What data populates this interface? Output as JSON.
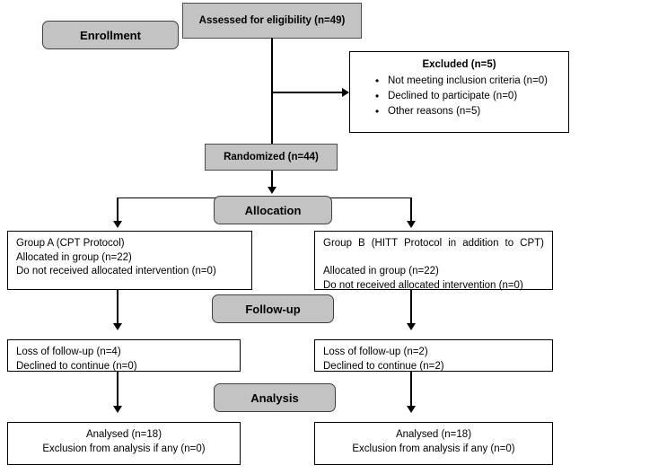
{
  "diagram": {
    "title": "CONSORT participant flow diagram",
    "colors": {
      "stage_fill": "#c3c3c3",
      "node_fill": "#ffffff",
      "line": "#000000",
      "stage_border": "#3f3f3f"
    },
    "stages": [
      {
        "id": "enrollment",
        "label": "Enrollment"
      },
      {
        "id": "allocation",
        "label": "Allocation"
      },
      {
        "id": "followup",
        "label": "Follow-up"
      },
      {
        "id": "analysis",
        "label": "Analysis"
      }
    ],
    "nodes": {
      "assessed": {
        "label": "Assessed for eligibility (n=49)"
      },
      "randomized": {
        "label": "Randomized (n=44)"
      },
      "excluded": {
        "header": "Excluded (n=5)",
        "items": [
          "Not meeting inclusion criteria (n=0)",
          "Declined to participate (n=0)",
          "Other reasons (n=5)"
        ]
      },
      "group_a_alloc": {
        "line1": "Group A (CPT Protocol)",
        "line2": "Allocated in group (n=22)",
        "line3": "Do not received allocated intervention (n=0)"
      },
      "group_b_alloc": {
        "line1": "Group B (HITT Protocol in addition to CPT)",
        "line2": "Allocated in group (n=22)",
        "line3": "Do not received allocated intervention (n=0)"
      },
      "group_a_followup": {
        "line1": "Loss of follow-up (n=4)",
        "line2": "Declined to continue (n=0)"
      },
      "group_b_followup": {
        "line1": "Loss of follow-up (n=2)",
        "line2": "Declined to continue (n=2)"
      },
      "group_a_analysis": {
        "line1": "Analysed (n=18)",
        "line2": "Exclusion from analysis if any (n=0)"
      },
      "group_b_analysis": {
        "line1": "Analysed (n=18)",
        "line2": "Exclusion from analysis if any (n=0)"
      }
    }
  }
}
